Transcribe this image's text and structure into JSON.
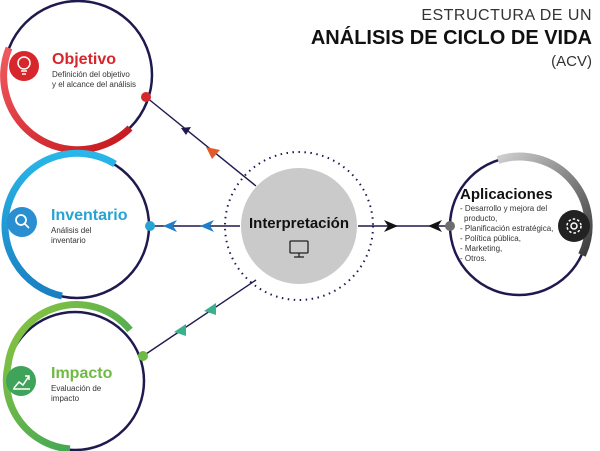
{
  "title": {
    "line1": "ESTRUCTURA DE UN",
    "line2": "ANÁLISIS DE CICLO DE VIDA",
    "line3": "(ACV)"
  },
  "nodes": {
    "objetivo": {
      "name": "Objetivo",
      "desc_line1": "Definición del objetivo",
      "desc_line2": "y el alcance del análisis",
      "color": "#e0262f",
      "icon": "lightbulb-icon"
    },
    "inventario": {
      "name": "Inventario",
      "desc_line1": "Análisis del",
      "desc_line2": "inventario",
      "color": "#27a3d4",
      "icon": "search-icon"
    },
    "impacto": {
      "name": "Impacto",
      "desc_line1": "Evaluación de",
      "desc_line2": "impacto",
      "color": "#6fba44",
      "icon": "chart-icon"
    },
    "interpretacion": {
      "name": "Interpretación",
      "color": "#c8c8c8",
      "icon": "monitor-icon"
    },
    "aplicaciones": {
      "name": "Aplicaciones",
      "items": [
        "- Desarrollo y mejora del",
        "producto,",
        "- Planificación estratégica,",
        "- Política pública,",
        "- Marketing,",
        "- Otros."
      ],
      "color": "#6d6d6d",
      "icon": "gear-icon"
    }
  },
  "ring_color": "#1e1a4f"
}
